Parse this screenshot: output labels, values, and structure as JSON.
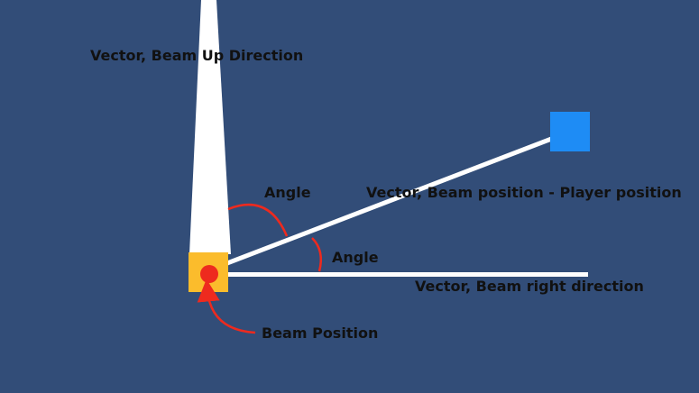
{
  "colors": {
    "background": "#324d78",
    "beam": "#ffffff",
    "beam_base": "#fbbc2c",
    "beam_position_dot": "#ee2a1e",
    "player": "#1e8cf5",
    "vector_line": "#ffffff",
    "angle_arc": "#ee2a1e",
    "text": "#111111"
  },
  "labels": {
    "up_vector": "Vector, Beam Up Direction",
    "angle_up": "Angle",
    "player_vector": "Vector, Beam position - Player position",
    "angle_right": "Angle",
    "right_vector": "Vector, Beam right direction",
    "beam_position": "Beam Position"
  }
}
